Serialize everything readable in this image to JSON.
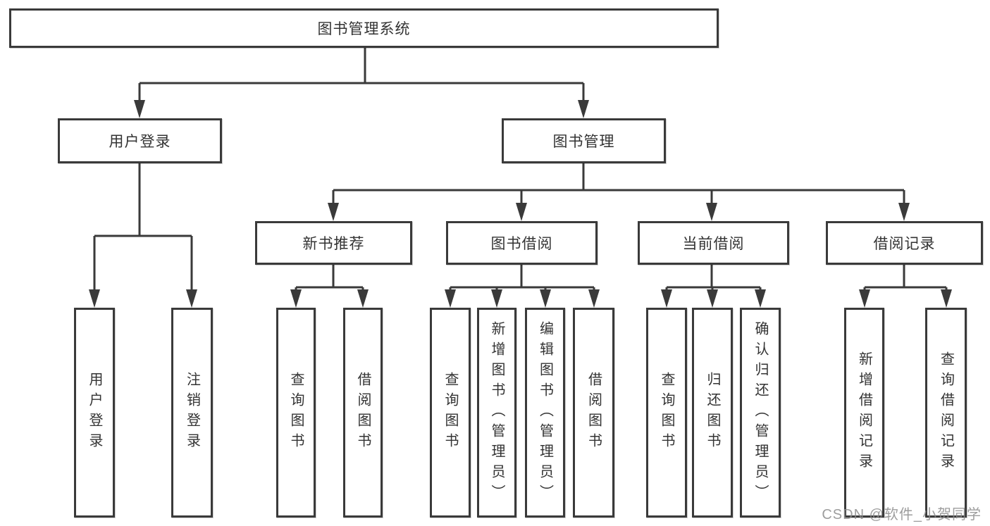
{
  "diagram_type": "hierarchy-tree",
  "tree": {
    "root": "图书管理系统",
    "branches": [
      {
        "label": "用户登录",
        "children": [
          "用户登录",
          "注销登录"
        ]
      },
      {
        "label": "图书管理",
        "groups": [
          {
            "label": "新书推荐",
            "children": [
              "查询图书",
              "借阅图书"
            ]
          },
          {
            "label": "图书借阅",
            "children": [
              "查询图书",
              "新增图书（管理员）",
              "编辑图书（管理员）",
              "借阅图书"
            ]
          },
          {
            "label": "当前借阅",
            "children": [
              "查询图书",
              "归还图书",
              "确认归还（管理员）"
            ]
          },
          {
            "label": "借阅记录",
            "children": [
              "新增借阅记录",
              "查询借阅记录"
            ]
          }
        ]
      }
    ]
  },
  "watermark": {
    "text": "CSDN @软件_小贺同学"
  },
  "colors": {
    "line": "#3a3a3a",
    "box_border": "#3a3a3a",
    "box_fill": "#ffffff",
    "text": "#333333",
    "watermark": "#8c8c8c",
    "background": "#ffffff"
  }
}
